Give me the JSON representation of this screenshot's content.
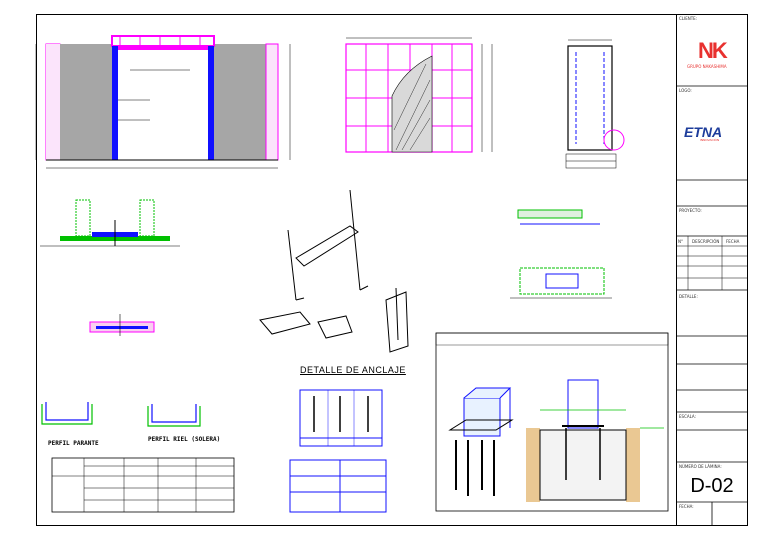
{
  "title_block": {
    "client_caption": "CLIENTE:",
    "logo_company": "GRUPO NAKASHIMA",
    "logo_caption": "LOGO:",
    "logo_brand": "ETNA",
    "logo_brand_sub": "INNOVACIÓN",
    "project_caption": "PROYECTO:",
    "revision_table_headers": [
      "N°",
      "DESCRIPCIÓN",
      "FECHA"
    ],
    "detail_caption": "DETALLE:",
    "scale_caption": "ESCALA:",
    "sheet_caption": "NÚMERO DE LÁMINA:",
    "sheet_number": "D-02",
    "date_caption": "FECHA:"
  },
  "labels": {
    "anclaje_title": "DETALLE DE ANCLAJE",
    "perfil_parante": "PERFIL PARANTE",
    "perfil_riel": "PERFIL RIEL (SOLERA)"
  },
  "colors": {
    "magenta": "#ff00ff",
    "blue": "#1010ff",
    "green": "#00c000",
    "yellow": "#e5c300",
    "orange_brick": "#d89a3a",
    "gray_fill": "#a6a6a6"
  }
}
